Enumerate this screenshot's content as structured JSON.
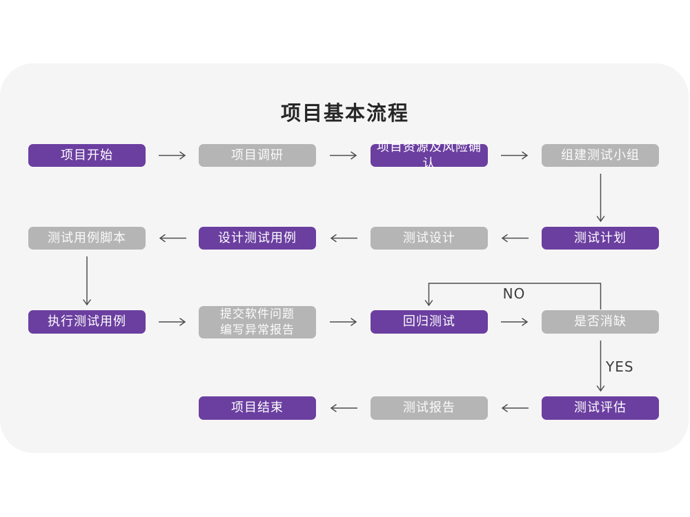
{
  "title": "项目基本流程",
  "colors": {
    "primary_box": "#6b3fa0",
    "muted_box": "#b5b5b5",
    "box_text": "#ffffff",
    "card_background": "#f6f5f6",
    "page_background": "#ffffff",
    "connector": "#4d4d4d",
    "title_text": "#262626"
  },
  "edge_labels": {
    "no": "NO",
    "yes": "YES"
  },
  "nodes": [
    {
      "id": "project-start",
      "label": "项目开始",
      "variant": "purple"
    },
    {
      "id": "project-research",
      "label": "项目调研",
      "variant": "gray"
    },
    {
      "id": "resources-risk",
      "label": "项目资源及风险确认",
      "variant": "purple"
    },
    {
      "id": "build-test-team",
      "label": "组建测试小组",
      "variant": "gray"
    },
    {
      "id": "test-case-script",
      "label": "测试用例脚本",
      "variant": "gray"
    },
    {
      "id": "design-test-cases",
      "label": "设计测试用例",
      "variant": "purple"
    },
    {
      "id": "test-design",
      "label": "测试设计",
      "variant": "gray"
    },
    {
      "id": "test-plan",
      "label": "测试计划",
      "variant": "purple"
    },
    {
      "id": "execute-test-cases",
      "label": "执行测试用例",
      "variant": "purple"
    },
    {
      "id": "submit-issue-report",
      "label": "提交软件问题\n编写异常报告",
      "variant": "gray"
    },
    {
      "id": "regression-test",
      "label": "回归测试",
      "variant": "purple"
    },
    {
      "id": "defect-cleared",
      "label": "是否消缺",
      "variant": "gray"
    },
    {
      "id": "test-evaluation",
      "label": "测试评估",
      "variant": "purple"
    },
    {
      "id": "test-report",
      "label": "测试报告",
      "variant": "gray"
    },
    {
      "id": "project-end",
      "label": "项目结束",
      "variant": "purple"
    }
  ]
}
